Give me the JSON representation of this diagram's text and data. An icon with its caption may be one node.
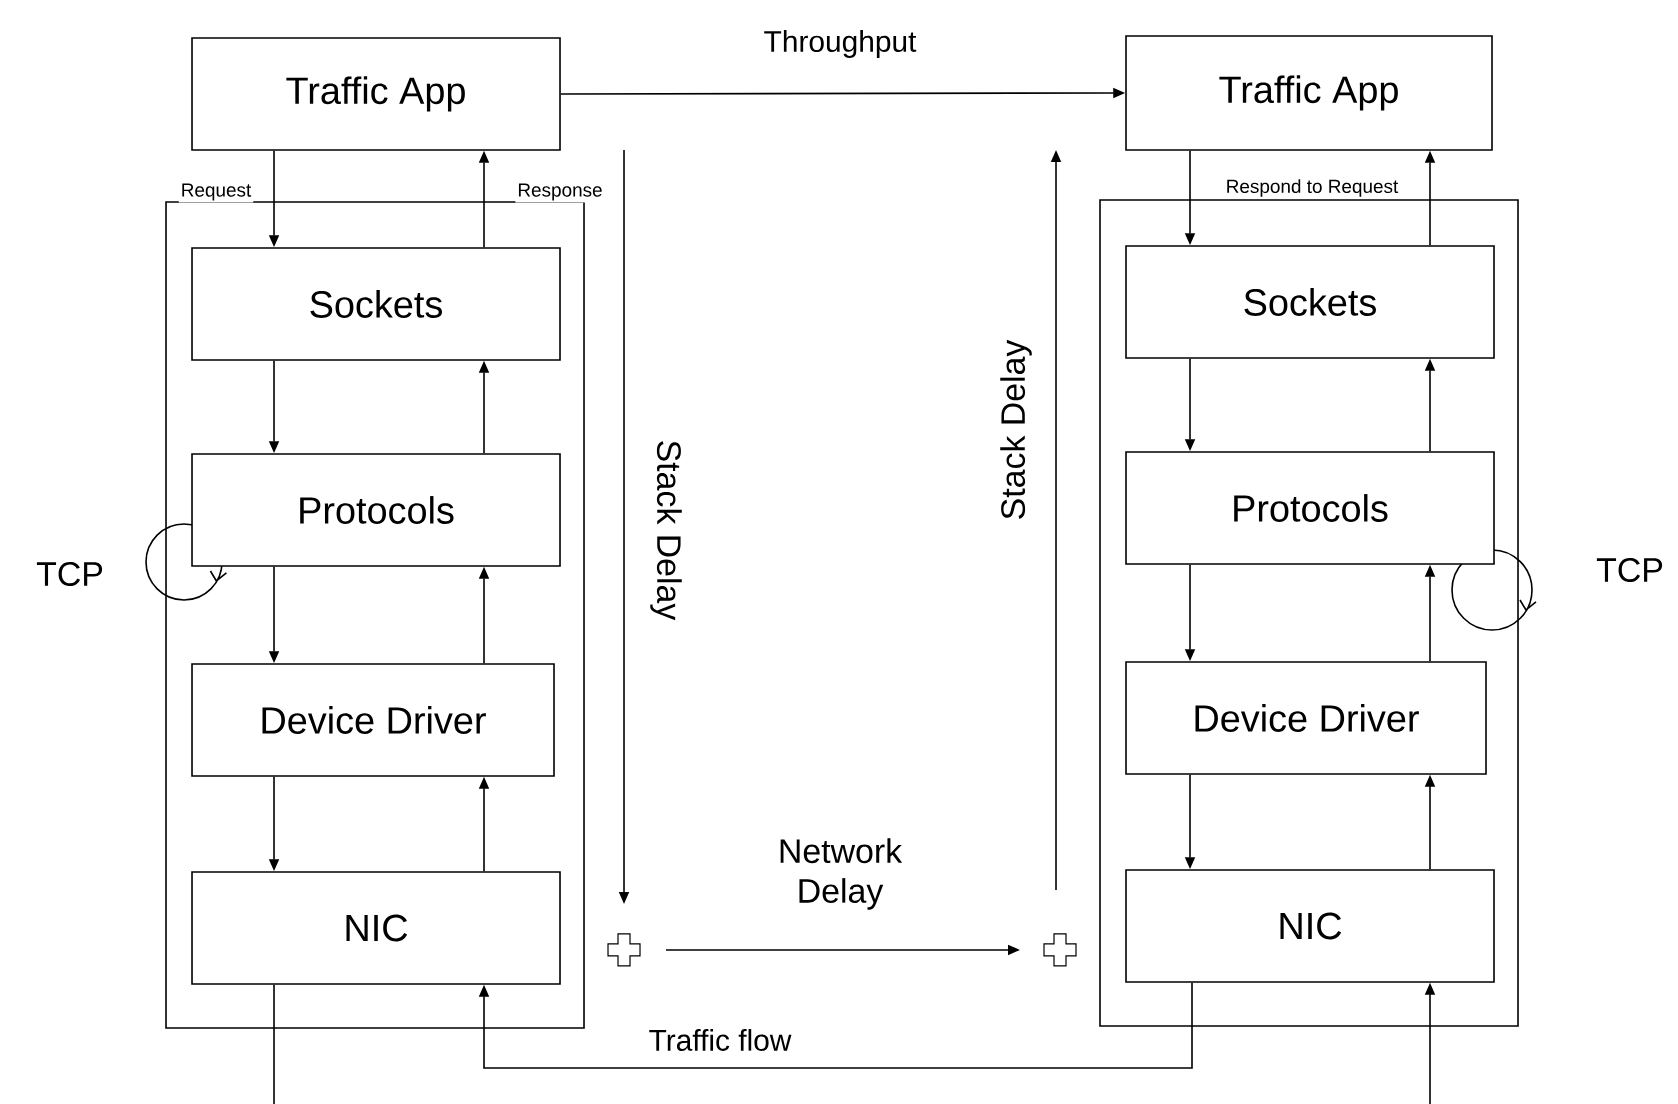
{
  "diagram": {
    "nodes": [
      {
        "text": [
          "Traffic App"
        ]
      },
      {
        "text": [
          "Traffic App"
        ]
      },
      {
        "text": [],
        "shape": "box"
      },
      {
        "text": [
          "Sockets"
        ],
        "in": 2
      },
      {
        "text": [
          "Protocols"
        ],
        "in": 2
      },
      {
        "text": [
          "Device Driver"
        ],
        "in": 2
      },
      {
        "text": [
          "NIC"
        ],
        "in": 2
      },
      {
        "text": [],
        "shape": "box"
      },
      {
        "text": [
          "Sockets"
        ],
        "in": 7
      },
      {
        "text": [
          "Protocols"
        ],
        "in": 7
      },
      {
        "text": [
          "Device Driver"
        ],
        "in": 7
      },
      {
        "text": [
          "NIC"
        ],
        "in": 7
      }
    ],
    "edges": [
      {
        "from": 0,
        "to": 3,
        "arrow": "to",
        "label": "Request"
      },
      {
        "from": 3,
        "to": 0,
        "arrow": "to",
        "label": "Response"
      },
      {
        "from": 3,
        "to": 4,
        "arrow": "to"
      },
      {
        "from": 4,
        "to": 3,
        "arrow": "to"
      },
      {
        "from": 4,
        "to": 5,
        "arrow": "to"
      },
      {
        "from": 5,
        "to": 4,
        "arrow": "to"
      },
      {
        "from": 5,
        "to": 6,
        "arrow": "to"
      },
      {
        "from": 6,
        "to": 5,
        "arrow": "to"
      },
      {
        "from": 0,
        "to": 1,
        "arrow": "to",
        "label": "Throughput"
      },
      {
        "from": 1,
        "to": 8,
        "arrow": "to",
        "label": "Respond to Request"
      },
      {
        "from": 8,
        "to": 1,
        "arrow": "to"
      },
      {
        "from": 8,
        "to": 9,
        "arrow": "to"
      },
      {
        "from": 9,
        "to": 8,
        "arrow": "to"
      },
      {
        "from": 9,
        "to": 10,
        "arrow": "to"
      },
      {
        "from": 10,
        "to": 9,
        "arrow": "to"
      },
      {
        "from": 10,
        "to": 11,
        "arrow": "to"
      },
      {
        "from": 11,
        "to": 10,
        "arrow": "to"
      },
      {
        "from": 11,
        "to": 6,
        "arrow": "to",
        "label": "Traffic flow"
      },
      {
        "from": 6,
        "to": null,
        "arrow": "none"
      },
      {
        "from": null,
        "to": 11,
        "arrow": "to"
      }
    ],
    "labels": [
      "Stack Delay",
      "Stack Delay",
      "TCP",
      "TCP",
      "Network Delay"
    ]
  }
}
